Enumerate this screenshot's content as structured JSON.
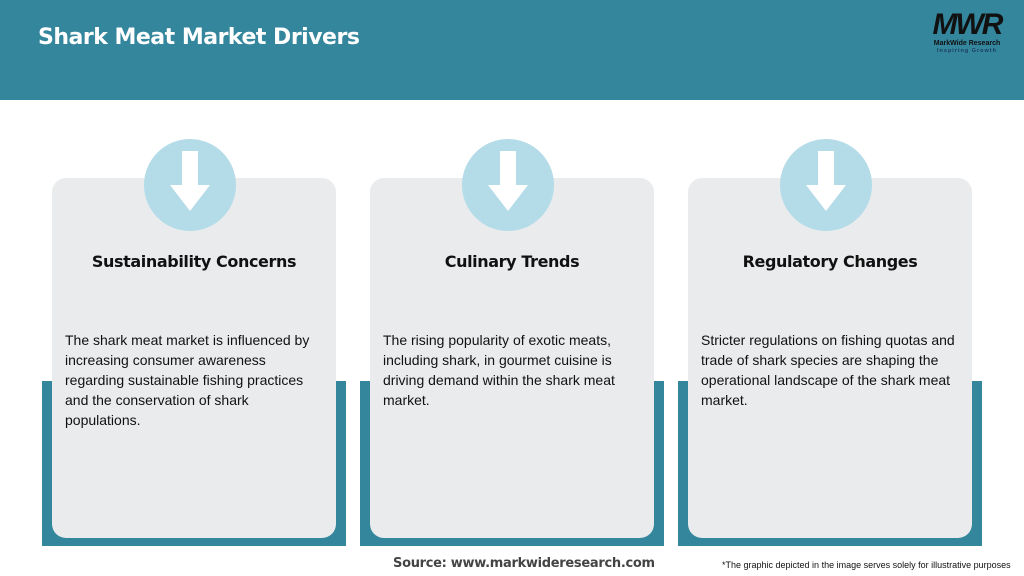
{
  "header": {
    "title": "Shark Meat Market Drivers",
    "logo": {
      "mark": "MWR",
      "name": "MarkWide Research",
      "tagline": "Inspiring Growth"
    }
  },
  "colors": {
    "header": "#34869d",
    "accent": "#34869d",
    "card": "#e9ebed",
    "circle": "#b3dce8"
  },
  "cards": [
    {
      "icon": "arrow-down-icon",
      "title": "Sustainability Concerns",
      "body": "The shark meat market is influenced by increasing consumer awareness regarding sustainable fishing practices and the conservation of shark populations."
    },
    {
      "icon": "arrow-down-icon",
      "title": "Culinary Trends",
      "body": "The rising popularity of exotic meats, including shark, in gourmet cuisine is driving demand within the shark meat market."
    },
    {
      "icon": "arrow-down-icon",
      "title": "Regulatory Changes",
      "body": "Stricter regulations on fishing quotas and trade of shark species are shaping the operational landscape of the shark meat market."
    }
  ],
  "footer": {
    "source": "Source: www.markwideresearch.com",
    "note": "*The graphic depicted in the image serves solely for illustrative purposes"
  }
}
